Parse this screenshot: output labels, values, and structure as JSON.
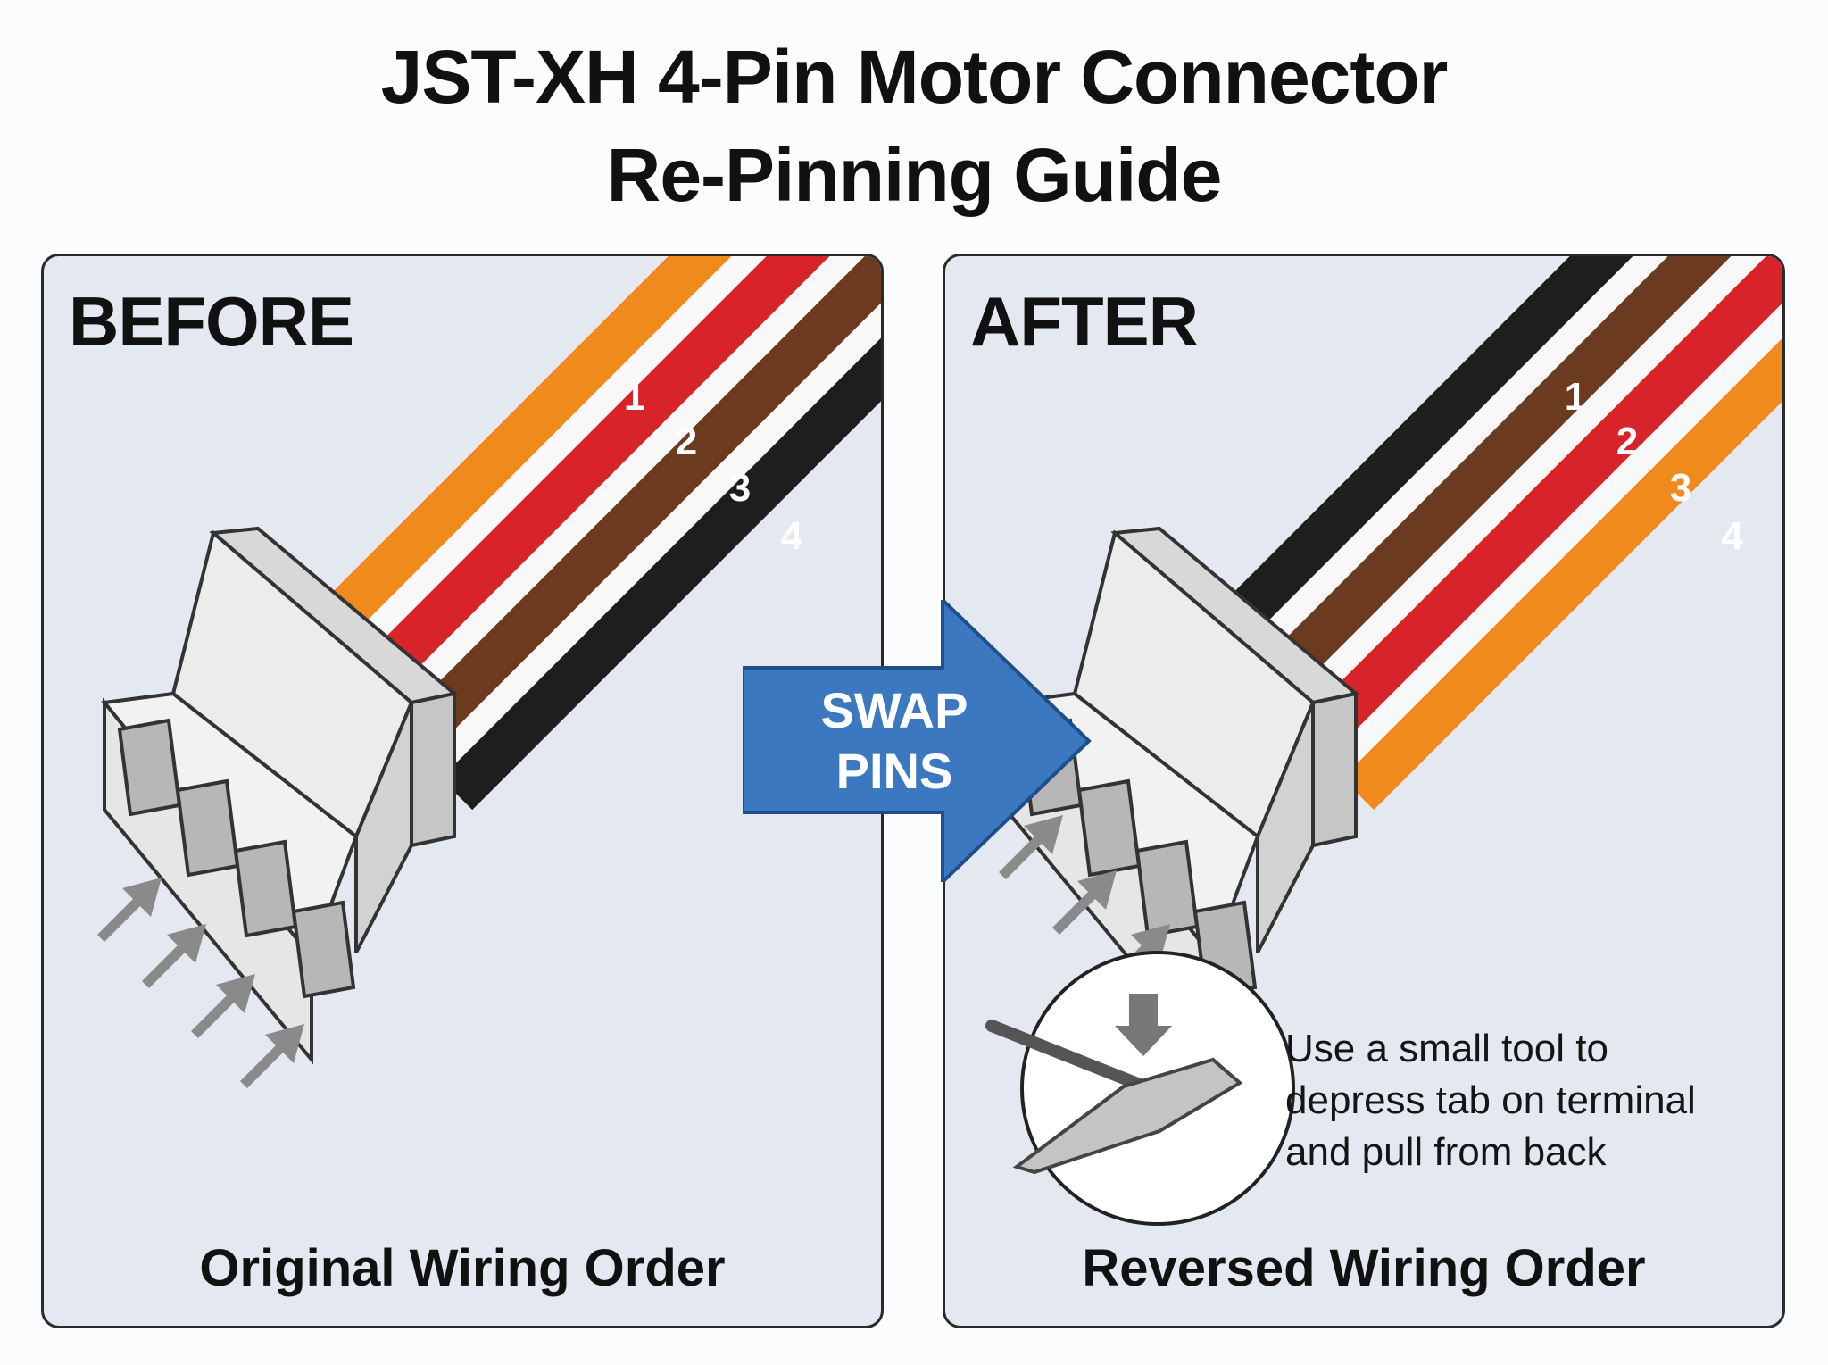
{
  "title": {
    "line1": "JST-XH 4-Pin Motor Connector",
    "line2": "Re-Pinning Guide"
  },
  "before": {
    "label": "BEFORE",
    "caption": "Original Wiring Order",
    "wires": [
      {
        "num": "1",
        "color": "#f08a1c"
      },
      {
        "num": "2",
        "color": "#d8232a"
      },
      {
        "num": "3",
        "color": "#6b3a1f"
      },
      {
        "num": "4",
        "color": "#1e1e1e"
      }
    ]
  },
  "after": {
    "label": "AFTER",
    "caption": "Reversed Wiring Order",
    "wires": [
      {
        "num": "1",
        "color": "#1e1e1e"
      },
      {
        "num": "2",
        "color": "#6b3a1f"
      },
      {
        "num": "3",
        "color": "#d8232a"
      },
      {
        "num": "4",
        "color": "#f08a1c"
      }
    ]
  },
  "swap": {
    "line1": "SWAP",
    "line2": "PINS",
    "color": "#3c78c0"
  },
  "note": {
    "line1": "Use a small tool to",
    "line2": "depress tab on terminal",
    "line3": "and pull from back"
  }
}
